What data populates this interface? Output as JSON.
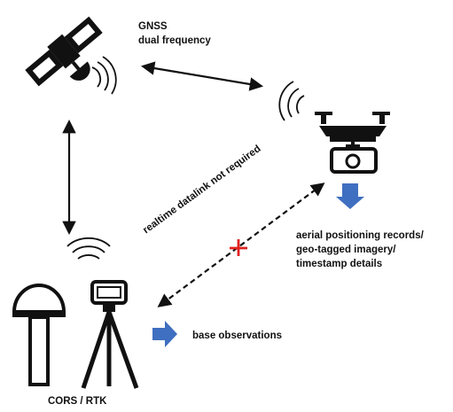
{
  "labels": {
    "gnss": [
      "GNSS",
      "dual frequency"
    ],
    "aerial": [
      "aerial positioning records/",
      "geo-tagged imagery/",
      "timestamp details"
    ],
    "base": "base observations",
    "cors": "CORS / RTK",
    "datalink": "realtime datalink not required"
  },
  "icons": {
    "satellite": "satellite-icon",
    "drone": "drone-camera-icon",
    "antenna": "gnss-antenna-icon",
    "tripod": "tripod-receiver-icon",
    "signal": "signal-waves-icon",
    "no_link": "cross-mark-icon"
  },
  "colors": {
    "arrow_blue": "#3f6fc0",
    "cross_red": "#e02020",
    "ink": "#111111"
  }
}
